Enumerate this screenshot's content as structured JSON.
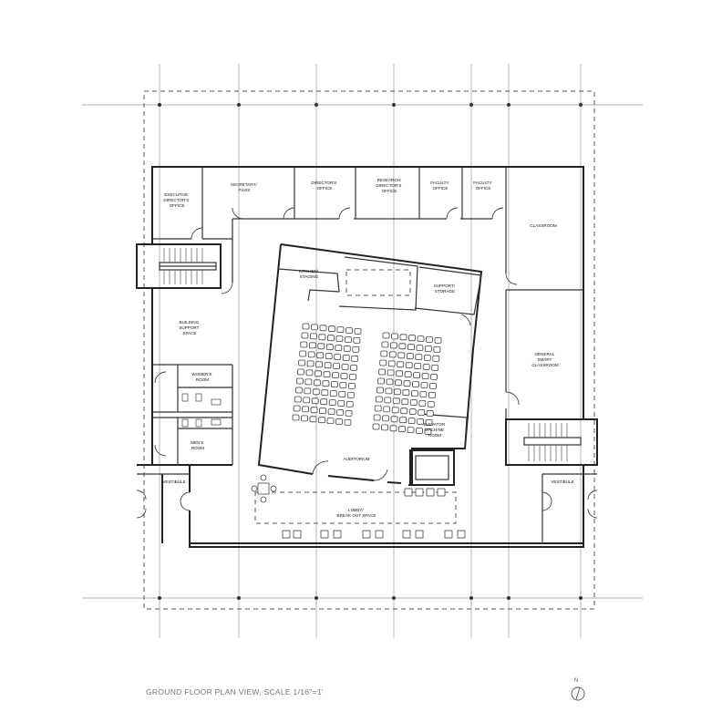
{
  "drawing": {
    "title": "GROUND FLOOR PLAN VIEW, SCALE 1/16\"=1'",
    "north_label": "N"
  },
  "rooms": {
    "executive_office": [
      "EXECUTIVE",
      "DIRECTOR'S",
      "OFFICE"
    ],
    "secretary": [
      "SECRETARY/",
      "FILES"
    ],
    "directors_office": [
      "DIRECTOR'S",
      "OFFICE"
    ],
    "research_office": [
      "RESEARCH",
      "DIRECTOR'S",
      "OFFICE"
    ],
    "faculty_office_1": [
      "FACULTY",
      "OFFICE"
    ],
    "faculty_office_2": [
      "FACULTY",
      "OFFICE"
    ],
    "classroom": [
      "CLASSROOM"
    ],
    "kitchen": [
      "KITCHEN/",
      "STAGING"
    ],
    "support_storage": [
      "SUPPORT/",
      "STORAGE"
    ],
    "building_support": [
      "BUILDING",
      "SUPPORT",
      "SPACE"
    ],
    "womens_room": [
      "WOMEN'S",
      "ROOM"
    ],
    "mens_room": [
      "MEN'S",
      "ROOM"
    ],
    "general_classroom": [
      "GENERAL",
      "SMART",
      "CLASSROOM"
    ],
    "elevator_room": [
      "ELEVATOR",
      "MACHINE",
      "ROOM"
    ],
    "auditorium": [
      "AUDITORIUM"
    ],
    "lobby": [
      "LOBBY/",
      "BREAK OUT SPACE"
    ],
    "vestibule_left": [
      "VESTIBULE"
    ],
    "vestibule_right": [
      "VESTIBULE"
    ]
  }
}
